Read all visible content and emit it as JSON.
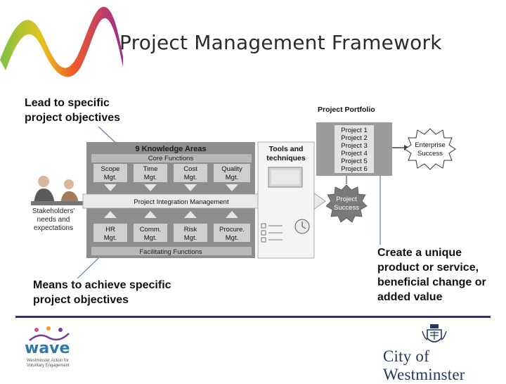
{
  "slide_title": "Project Management Framework",
  "notes": {
    "top_left_line1": "Lead to specific",
    "top_left_line2": "project objectives",
    "bottom_left_line1": "Means to achieve specific",
    "bottom_left_line2": "project objectives",
    "right_line1": "Create a unique",
    "right_line2": "product or service,",
    "right_line3": "beneficial change or",
    "right_line4": "added value"
  },
  "diagram": {
    "knowledge_areas_title": "9 Knowledge Areas",
    "core_functions": "Core Functions",
    "core": [
      {
        "line1": "Scope",
        "line2": "Mgt."
      },
      {
        "line1": "Time",
        "line2": "Mgt."
      },
      {
        "line1": "Cost",
        "line2": "Mgt."
      },
      {
        "line1": "Quality",
        "line2": "Mgt."
      }
    ],
    "integration": "Project Integration Management",
    "facilitating": [
      {
        "line1": "HR",
        "line2": "Mgt."
      },
      {
        "line1": "Comm.",
        "line2": "Mgt."
      },
      {
        "line1": "Risk",
        "line2": "Mgt."
      },
      {
        "line1": "Procure.",
        "line2": "Mgt."
      }
    ],
    "facilitating_functions": "Facilitating Functions",
    "tools_line1": "Tools and",
    "tools_line2": "techniques",
    "stakeholders_line1": "Stakeholders'",
    "stakeholders_line2": "needs and",
    "stakeholders_line3": "expectations",
    "portfolio_title": "Project Portfolio",
    "projects": [
      "Project 1",
      "Project 2",
      "Project 3",
      "Project 4",
      "Project 5",
      "Project 6"
    ],
    "project_success_line1": "Project",
    "project_success_line2": "Success",
    "enterprise_line1": "Enterprise",
    "enterprise_line2": "Success"
  },
  "logos": {
    "wave_word": "wave",
    "wave_tag_line1": "Westminster Action for",
    "wave_tag_line2": "Voluntary Engagement",
    "westminster": "City of Westminster"
  },
  "colors": {
    "rule": "#3a2c86",
    "westminster_text": "#22395e",
    "wave_blue": "#2e78a8"
  }
}
